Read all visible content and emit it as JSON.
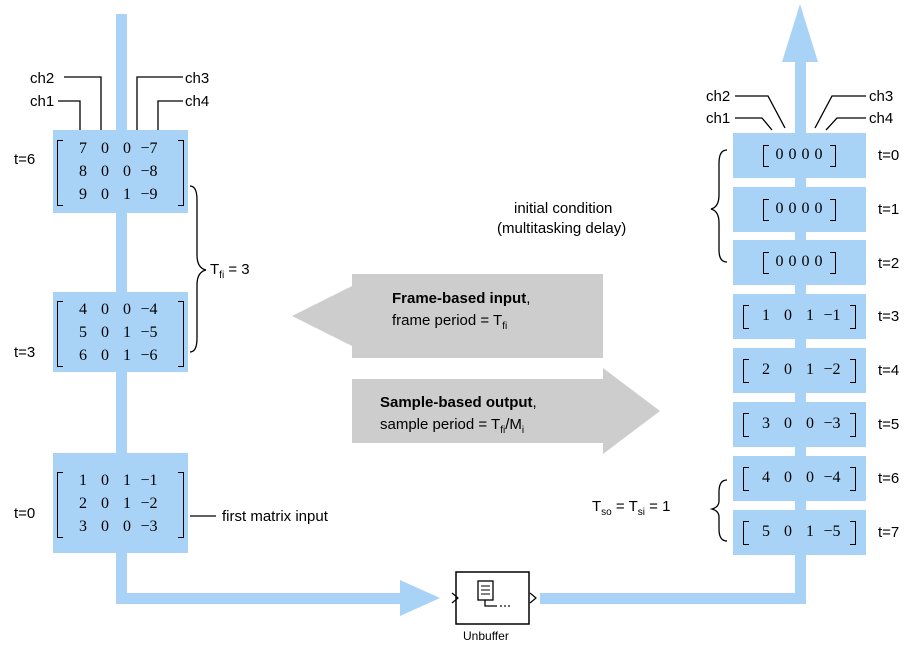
{
  "channels": {
    "ch1": "ch1",
    "ch2": "ch2",
    "ch3": "ch3",
    "ch4": "ch4"
  },
  "input": {
    "matrices": [
      {
        "time": "t=6",
        "rows": [
          [
            "7",
            "0",
            "0",
            "−7"
          ],
          [
            "8",
            "0",
            "0",
            "−8"
          ],
          [
            "9",
            "0",
            "1",
            "−9"
          ]
        ]
      },
      {
        "time": "t=3",
        "rows": [
          [
            "4",
            "0",
            "0",
            "−4"
          ],
          [
            "5",
            "0",
            "1",
            "−5"
          ],
          [
            "6",
            "0",
            "1",
            "−6"
          ]
        ]
      },
      {
        "time": "t=0",
        "rows": [
          [
            "1",
            "0",
            "1",
            "−1"
          ],
          [
            "2",
            "0",
            "1",
            "−2"
          ],
          [
            "3",
            "0",
            "0",
            "−3"
          ]
        ]
      }
    ],
    "period_label": {
      "main": "T",
      "sub": "fi",
      "rest": " = 3"
    },
    "first_input_label": "first matrix input"
  },
  "frame_arrow": {
    "bold": "Frame-based input",
    "comma": ",",
    "line2": "frame period = T",
    "sub": "fi"
  },
  "sample_arrow": {
    "bold": "Sample-based output",
    "comma": ",",
    "line2": "sample period = T",
    "sub": "fi",
    "slash": "/M",
    "sub2": "i"
  },
  "block": {
    "label": "Unbuffer"
  },
  "output": {
    "initial_condition_line1": "initial condition",
    "initial_condition_line2": "(multitasking delay)",
    "rows": [
      {
        "time": "t=0",
        "values": [
          "0",
          "0",
          "0",
          "0"
        ]
      },
      {
        "time": "t=1",
        "values": [
          "0",
          "0",
          "0",
          "0"
        ]
      },
      {
        "time": "t=2",
        "values": [
          "0",
          "0",
          "0",
          "0"
        ]
      },
      {
        "time": "t=3",
        "values": [
          "1",
          "0",
          "1",
          "−1"
        ]
      },
      {
        "time": "t=4",
        "values": [
          "2",
          "0",
          "1",
          "−2"
        ]
      },
      {
        "time": "t=5",
        "values": [
          "3",
          "0",
          "0",
          "−3"
        ]
      },
      {
        "time": "t=6",
        "values": [
          "4",
          "0",
          "0",
          "−4"
        ]
      },
      {
        "time": "t=7",
        "values": [
          "5",
          "0",
          "1",
          "−5"
        ]
      }
    ],
    "period_label": {
      "t1": "T",
      "s1": "so",
      "eq": " = ",
      "t2": "T",
      "s2": "si",
      "rest": " = 1"
    }
  },
  "colors": {
    "flow": "#a9d3f6",
    "gray_arrow": "#cdcdcd"
  }
}
